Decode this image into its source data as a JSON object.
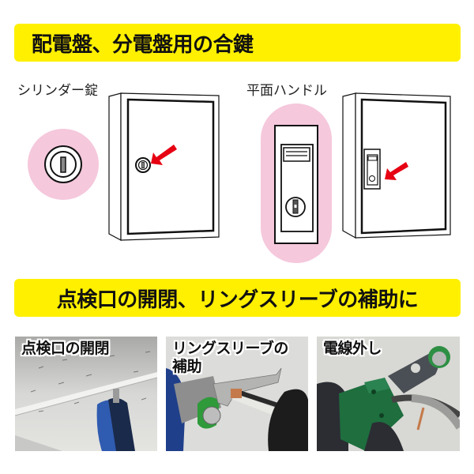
{
  "section_top": {
    "title": "配電盤、分電盤用の合鍵"
  },
  "diagrams": {
    "cylinder": {
      "label": "シリンダー錠"
    },
    "flat_handle": {
      "label": "平面ハンドル"
    }
  },
  "section_mid": {
    "title": "点検口の開閉、リングスリーブの補助に"
  },
  "photos": [
    {
      "caption": "点検口の開閉"
    },
    {
      "caption": "リングスリーブの\n補助"
    },
    {
      "caption": "電線外し"
    }
  ],
  "colors": {
    "banner_yellow": "#fff000",
    "highlight_pink": "#f5c8dc",
    "arrow_red": "#e60012"
  }
}
